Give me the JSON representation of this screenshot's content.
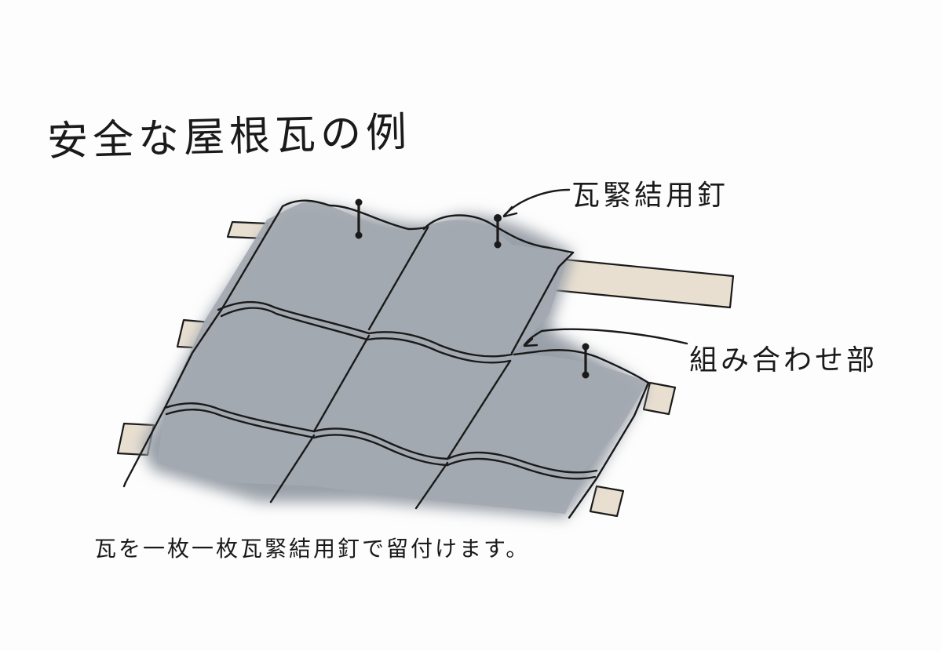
{
  "diagram": {
    "title": "安全な屋根瓦の例",
    "labels": {
      "nail": "瓦緊結用釘",
      "joint": "組み合わせ部"
    },
    "caption": "瓦を一枚一枚瓦緊結用釘で留付けます。"
  },
  "colors": {
    "tile": "#a4a9b1",
    "tile_shadow": "#8e949d",
    "batten": "#e8dfd1",
    "ink": "#1a1a1a",
    "background": "#fdfdfd"
  }
}
